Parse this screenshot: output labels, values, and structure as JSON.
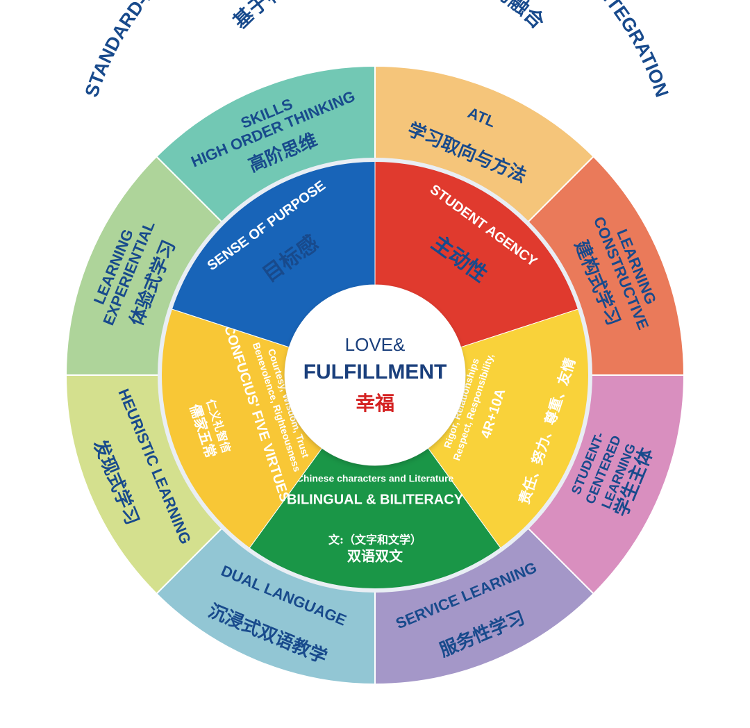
{
  "outer_title": "STANDARD-BASED NATIONAL AND INTERNATIONAL CURRICULUM INTEGRATION",
  "outer_subtitle": "基于标准的国家课程与国际课程的融合",
  "outer_segments": [
    {
      "en": [
        "ATL"
      ],
      "zh": "学习取向与方法",
      "color": "#f5c57a"
    },
    {
      "en": [
        "CONSTRUCTIVE",
        "LEARNING"
      ],
      "zh": "建构式学习",
      "color": "#ea7a5a"
    },
    {
      "en": [
        "STUDENT-",
        "CENTERED",
        "LEARNING"
      ],
      "zh": "学生主体",
      "color": "#d98fbf"
    },
    {
      "en": [
        "SERVICE LEARNING"
      ],
      "zh": "服务性学习",
      "color": "#a497c8"
    },
    {
      "en": [
        "DUAL LANGUAGE"
      ],
      "zh": "沉浸式双语教学",
      "color": "#92c6d4"
    },
    {
      "en": [
        "HEURISTIC LEARNING"
      ],
      "zh": "发现式学习",
      "color": "#d4e08e"
    },
    {
      "en": [
        "EXPERIENTIAL",
        "LEARNING"
      ],
      "zh": "体验式学习",
      "color": "#aed49a"
    },
    {
      "en": [
        "HIGH ORDER THINKING",
        "SKILLS"
      ],
      "zh": "高阶思维",
      "color": "#72c8b4"
    }
  ],
  "inner_segments": [
    {
      "en": "STUDENT AGENCY",
      "zh": "主动性",
      "color": "#e03a2e"
    },
    {
      "en": "4R+10A",
      "sub": [
        "Respect, Responsibility,",
        "Rigor, Relationships"
      ],
      "zh": "责任、努力、尊重、友情",
      "color": "#f9d23a"
    },
    {
      "en": "BILINGUAL & BILITERACY",
      "sub": [
        "Chinese characters and Literature"
      ],
      "zh": "双语双文",
      "zh2": "文:（文字和文学）",
      "color": "#1a9647"
    },
    {
      "en": "CONFUCIUS' FIVE VIRTUES",
      "sub": [
        "Benevolence, Righteousness",
        "Courtesy, Wisdom, Trust"
      ],
      "zh": "儒家五常",
      "zh2": "仁义礼智信",
      "color": "#f8c736"
    },
    {
      "en": "SENSE OF PURPOSE",
      "zh": "目标感",
      "color": "#1864b8"
    }
  ],
  "center": {
    "line1": "LOVE&",
    "line2": "FULFILLMENT",
    "zh": "幸福"
  },
  "colors": {
    "ring_text": "#184a8c",
    "center_blue": "#1a3f7c",
    "center_red": "#d42222"
  }
}
